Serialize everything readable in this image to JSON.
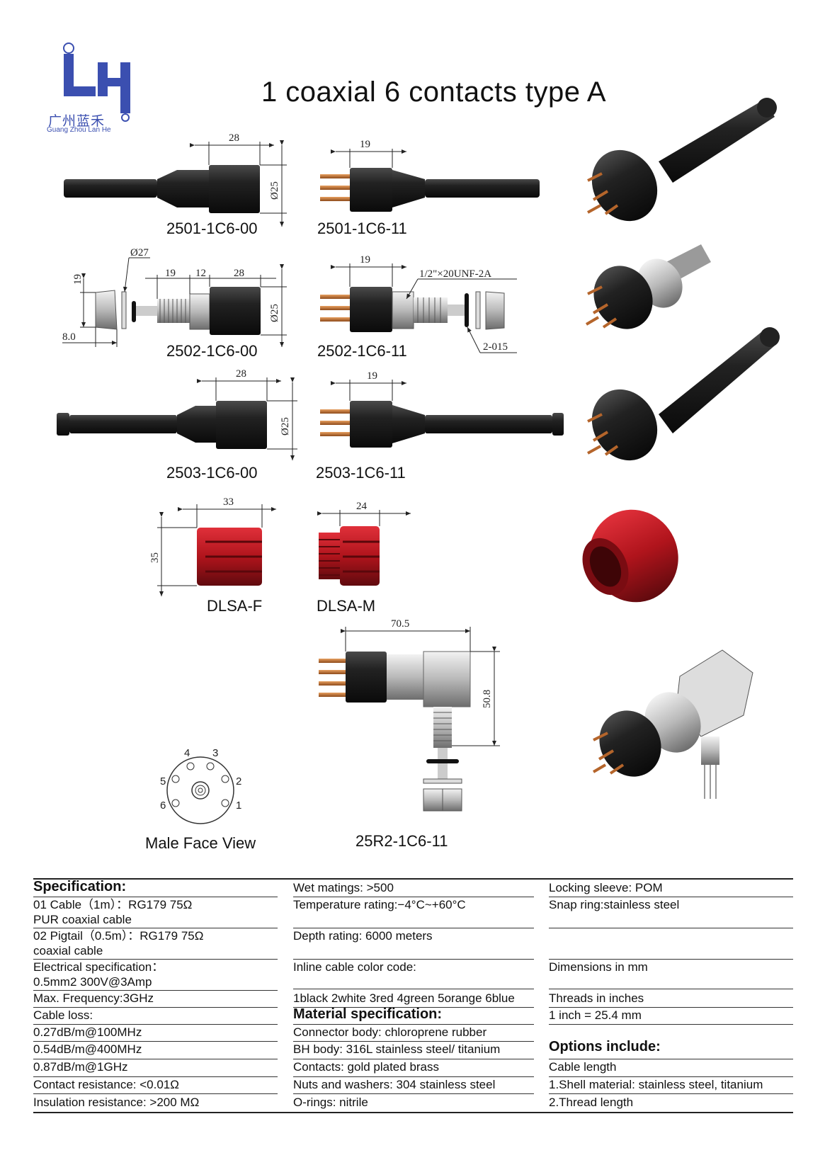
{
  "logo": {
    "cn": "广州蓝禾",
    "en": "Guang Zhou Lan He",
    "initials": "LH"
  },
  "title": "1 coaxial 6 contacts type A",
  "captions": {
    "p1": "2501-1C6-00",
    "p2": "2501-1C6-11",
    "p3": "2502-1C6-00",
    "p4": "2502-1C6-11",
    "p5": "2503-1C6-00",
    "p6": "2503-1C6-11",
    "p7": "DLSA-F",
    "p8": "DLSA-M",
    "p9": "Male Face View",
    "p10": "25R2-1C6-11"
  },
  "dims": {
    "d28a": "28",
    "d25a": "Ø25",
    "d19a": "19",
    "d27": "Ø27",
    "d19b": "19",
    "d12": "12",
    "d28b": "28",
    "d19c": "19",
    "d8": "8.0",
    "d25b": "Ø25",
    "d19d": "19",
    "thread": "1/2\"×20UNF-2A",
    "oring": "2-015",
    "d28c": "28",
    "d25c": "Ø25",
    "d19e": "19",
    "d33": "33",
    "d35": "35",
    "d24": "24",
    "d705": "70.5",
    "d508": "50.8"
  },
  "pins": [
    "1",
    "2",
    "3",
    "4",
    "5",
    "6"
  ],
  "colors": {
    "cable": "#1c1c1c",
    "red": "#b0141c",
    "brand": "#3b4fb0",
    "steel": "#b9b9b9",
    "copper": "#b5652b"
  },
  "spec": {
    "col1": [
      {
        "t": "Specification:",
        "h": true
      },
      {
        "t": "01 Cable（1m）：RG179 75Ω"
      },
      {
        "t": "PUR coaxial cable"
      },
      {
        "t": "02 Pigtail（0.5m）：RG179 75Ω"
      },
      {
        "t": "coaxial cable"
      },
      {
        "t": "Electrical specification："
      },
      {
        "t": "0.5mm2 300V@3Amp"
      },
      {
        "t": "Max. Frequency:3GHz"
      },
      {
        "t": "Cable loss:"
      },
      {
        "t": "0.27dB/m@100MHz"
      },
      {
        "t": "0.54dB/m@400MHz"
      },
      {
        "t": "0.87dB/m@1GHz"
      },
      {
        "t": "Contact resistance: <0.01Ω"
      },
      {
        "t": "Insulation resistance: >200 MΩ"
      }
    ],
    "col2": [
      {
        "t": "Wet matings: >500"
      },
      {
        "t": "Temperature rating:−4°C~+60°C"
      },
      {
        "t": "Depth rating: 6000 meters"
      },
      {
        "t": "Inline cable color code:"
      },
      {
        "t": "1black 2white 3red 4green 5orange 6blue"
      },
      {
        "t": "Material specification:",
        "h": true
      },
      {
        "t": "Connector body: chloroprene rubber"
      },
      {
        "t": "BH body: 316L stainless steel/ titanium"
      },
      {
        "t": "Contacts: gold plated brass"
      },
      {
        "t": "Nuts and washers: 304 stainless steel"
      },
      {
        "t": "O-rings: nitrile"
      }
    ],
    "col3": [
      {
        "t": "Locking sleeve: POM"
      },
      {
        "t": "Snap ring:stainless steel"
      },
      {
        "t": "Dimensions in mm"
      },
      {
        "t": "Threads in inches"
      },
      {
        "t": "1 inch = 25.4 mm"
      },
      {
        "t": "Options include:",
        "h": true
      },
      {
        "t": "Cable length"
      },
      {
        "t": "1.Shell material: stainless steel, titanium"
      },
      {
        "t": "2.Thread length"
      }
    ]
  }
}
